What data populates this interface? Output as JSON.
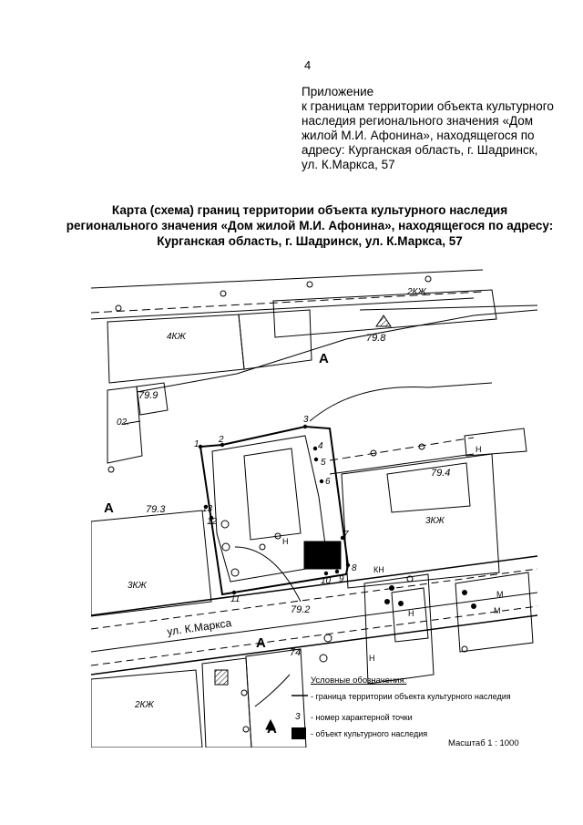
{
  "page_number": "4",
  "annex": {
    "heading": "Приложение",
    "lines": [
      "к границам территории объекта культурного",
      "наследия регионального значения «Дом",
      "жилой М.И. Афонина», находящегося по",
      "адресу: Курганская область, г. Шадринск,",
      "ул. К.Маркса, 57"
    ]
  },
  "title_lines": [
    "Карта (схема) границ территории объекта культурного наследия",
    "регионального значения «Дом жилой М.И. Афонина», находящегося по адресу:",
    "Курганская область, г. Шадринск, ул. К.Маркса, 57"
  ],
  "map": {
    "building_labels": [
      "2КЖ",
      "4КЖ",
      "3КЖ",
      "3КЖ",
      "2КЖ",
      "Н",
      "Н",
      "Н",
      "Н",
      "КН",
      "М",
      "М",
      "02."
    ],
    "zone_letters": [
      "А",
      "А",
      "А",
      "А"
    ],
    "elevations": [
      "79.8",
      "79.9",
      "79.4",
      "79.3",
      "79.2",
      "74"
    ],
    "street_name": "ул. К.Маркса",
    "point_numbers": [
      "1",
      "2",
      "3",
      "4",
      "5",
      "6",
      "7",
      "8",
      "9",
      "10",
      "11",
      "12",
      "13"
    ]
  },
  "legend": {
    "title": "Условные обозначения:",
    "items": [
      {
        "symbol": "line",
        "text": "- граница территории объекта культурного наследия"
      },
      {
        "symbol": "3",
        "text": "- номер характерной точки"
      },
      {
        "symbol": "fill",
        "text": "- объект    культурного наследия"
      }
    ]
  },
  "scale": "Масштаб 1 : 1000"
}
